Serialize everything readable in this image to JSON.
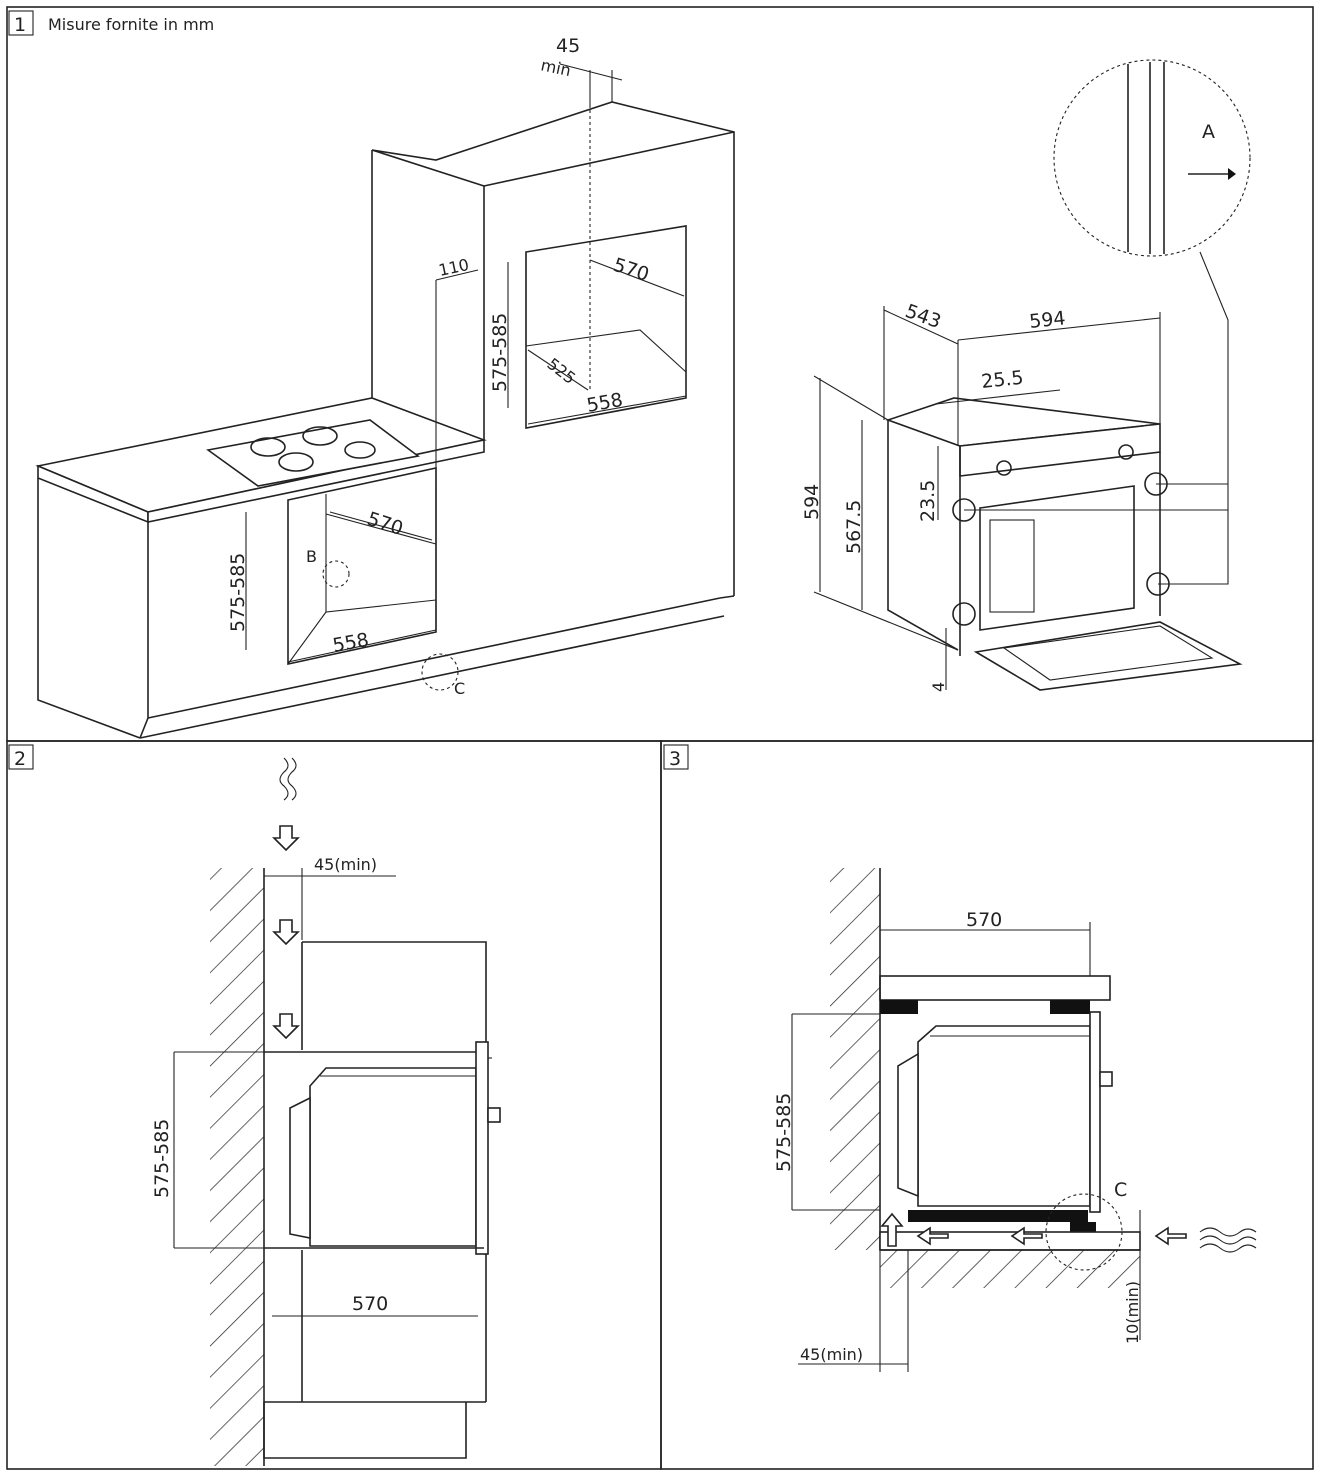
{
  "panels": [
    {
      "number": "1",
      "caption": "Misure fornite in mm"
    },
    {
      "number": "2",
      "caption": ""
    },
    {
      "number": "3",
      "caption": ""
    }
  ],
  "panel1": {
    "top_gap": "45",
    "top_gap_min": "min",
    "side_offset": "110",
    "tall_niche_width": "570",
    "tall_niche_height": "575-585",
    "tall_niche_depth": "525",
    "tall_niche_base": "558",
    "under_niche_width": "570",
    "under_niche_height": "575-585",
    "under_niche_base": "558",
    "point_b": "B",
    "point_c": "C",
    "oven_depth": "543",
    "oven_width": "594",
    "oven_front_offset": "25.5",
    "oven_height": "594",
    "oven_body_height": "567.5",
    "oven_panel_offset": "23.5",
    "oven_bottom_gap": "4",
    "detail_a": "A"
  },
  "panel2": {
    "top_gap": "45(min)",
    "niche_height": "575-585",
    "niche_width": "570"
  },
  "panel3": {
    "niche_width": "570",
    "niche_height": "575-585",
    "point_c": "C",
    "front_gap": "45(min)",
    "bottom_gap": "10(min)"
  }
}
